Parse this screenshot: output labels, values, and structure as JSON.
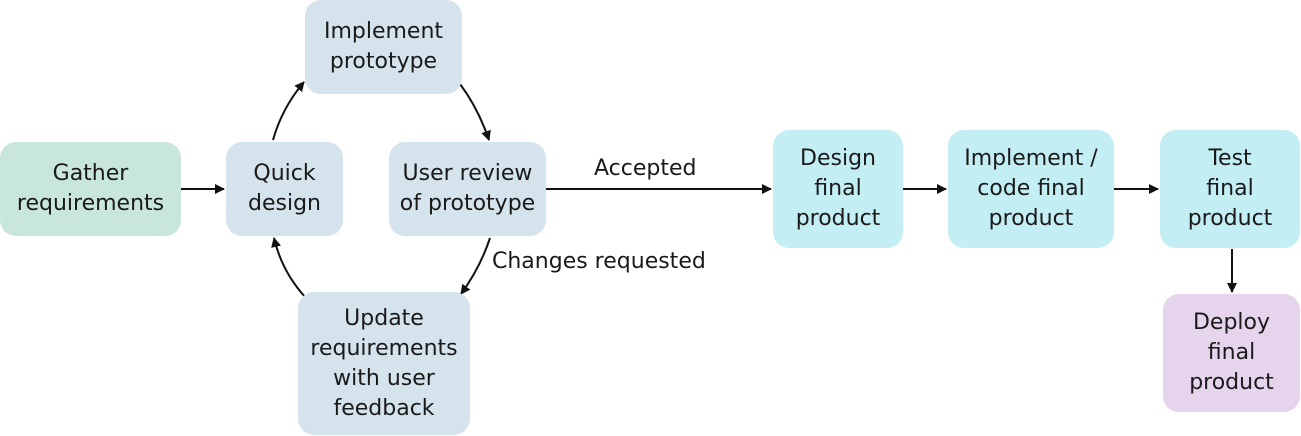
{
  "nodes": {
    "gather": "Gather\nrequirements",
    "quick_design": "Quick\ndesign",
    "implement_prototype": "Implement\nprototype",
    "user_review": "User review\nof prototype",
    "update_requirements": "Update\nrequirements\nwith user\nfeedback",
    "design_final": "Design\nfinal\nproduct",
    "implement_final": "Implement /\ncode final\nproduct",
    "test_final": "Test\nfinal\nproduct",
    "deploy_final": "Deploy\nfinal\nproduct"
  },
  "edge_labels": {
    "accepted": "Accepted",
    "changes_requested": "Changes requested"
  },
  "colors": {
    "start": "#c9e6de",
    "prototype_loop": "#d5e3ec",
    "final": "#c3eef4",
    "deploy": "#e6d4ec"
  }
}
